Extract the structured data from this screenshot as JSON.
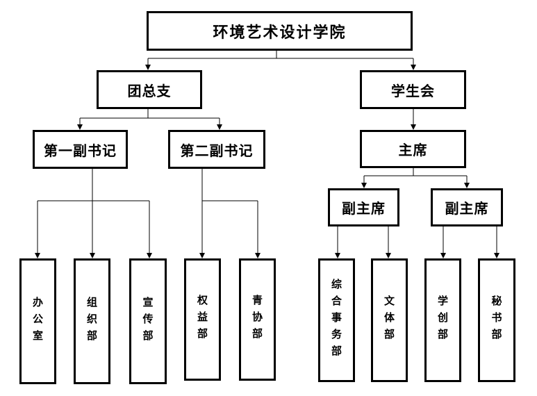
{
  "root": "环境艺术设计学院",
  "branch_left": "团总支",
  "branch_right": "学生会",
  "secretary_1": "第一副书记",
  "secretary_2": "第二副书记",
  "chairman": "主席",
  "vice_chair_1": "副主席",
  "vice_chair_2": "副主席",
  "departments": {
    "office": "办公室",
    "organization": "组织部",
    "publicity": "宣传部",
    "rights": "权益部",
    "youth_association": "青协部",
    "general_affairs": "综合事务部",
    "culture_sports": "文体部",
    "study_innovation": "学创部",
    "secretariat": "秘书部"
  }
}
